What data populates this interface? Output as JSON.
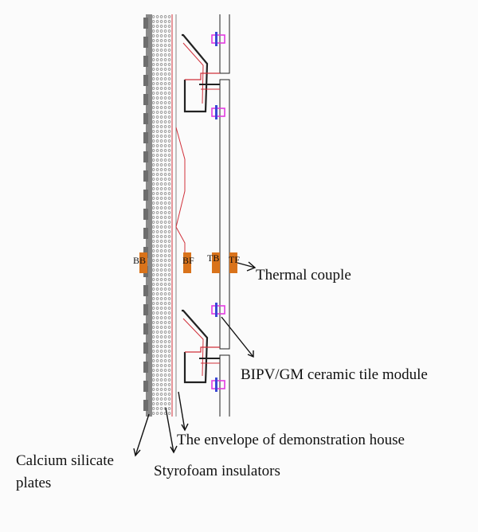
{
  "sensors": {
    "bb": "BB",
    "bf": "BF",
    "tb": "TB",
    "tf": "TF"
  },
  "labels": {
    "thermal_couple": "Thermal couple",
    "module": "BIPV/GM ceramic tile module",
    "envelope": "The envelope of demonstration house",
    "calcium_line1": "Calcium silicate",
    "calcium_line2": "plates",
    "styrofoam": "Styrofoam insulators"
  },
  "colors": {
    "sensor": "#d9731b",
    "bracket": "#d0303a",
    "clip": "#e23ce0",
    "clip_core": "#3b48d6",
    "outline": "#222222"
  }
}
